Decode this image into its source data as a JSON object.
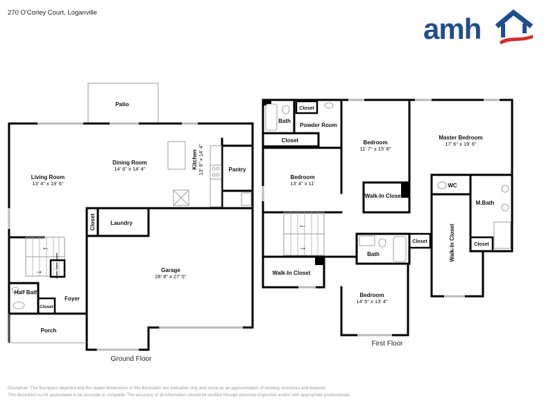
{
  "header": {
    "address": "270 O'Corley Court, Loganville",
    "logo_text": "amh",
    "logo_colors": {
      "text": "#1f4e8c",
      "swoosh": "#d42a2a"
    }
  },
  "ground_floor": {
    "label": "Ground Floor",
    "rooms": {
      "patio": {
        "name": "Patio"
      },
      "living_room": {
        "name": "Living Room",
        "dims": "13' 4\" x 19' 6\""
      },
      "dining_room": {
        "name": "Dining Room",
        "dims": "14' 6\" x 14' 4\""
      },
      "kitchen": {
        "name": "Kitchen",
        "dims": "13' 9\" x 14' 4\""
      },
      "pantry": {
        "name": "Pantry"
      },
      "closet_laundry": {
        "name": "Closet"
      },
      "laundry": {
        "name": "Laundry"
      },
      "garage": {
        "name": "Garage",
        "dims": "28' 8\" x 27' 5\""
      },
      "under_stairs_closet": {
        "name": "Under Stairs Closet"
      },
      "half_bath": {
        "name": "Half Bath"
      },
      "closet_foyer": {
        "name": "Closet"
      },
      "foyer": {
        "name": "Foyer"
      },
      "porch": {
        "name": "Porch"
      }
    }
  },
  "first_floor": {
    "label": "First Floor",
    "rooms": {
      "bath_top": {
        "name": "Bath"
      },
      "closet_top": {
        "name": "Closet"
      },
      "powder_room": {
        "name": "Powder Room"
      },
      "closet_hall": {
        "name": "Closet"
      },
      "bedroom_2": {
        "name": "Bedroom",
        "dims": "11' 7\" x 15' 8\""
      },
      "bedroom_1": {
        "name": "Bedroom",
        "dims": "13' 4\" x 11'"
      },
      "walkin_closet_2": {
        "name": "Walk-In Closet"
      },
      "master_bedroom": {
        "name": "Master Bedroom",
        "dims": "17' 6\" x 19' 6\""
      },
      "wc": {
        "name": "WC"
      },
      "m_bath": {
        "name": "M.Bath"
      },
      "closet_mbath": {
        "name": "Closet"
      },
      "walkin_closet_master": {
        "name": "Walk-In Closet"
      },
      "closet_mid": {
        "name": "Closet"
      },
      "bath_mid": {
        "name": "Bath"
      },
      "walkin_closet_left": {
        "name": "Walk-In Closet"
      },
      "bedroom_3": {
        "name": "Bedroom",
        "dims": "14' 5\" x 13' 4\""
      }
    }
  },
  "disclaimer": {
    "line1": "Disclaimer: The floorplans depicted and the stated dimensions in this illustration are indicative only and serve as an approximation of existing structures and features.",
    "line2": "This illustration is not guaranteed to be accurate or complete. The accuracy of all information should be verified through personal inspection and/or with appropriate professionals."
  }
}
